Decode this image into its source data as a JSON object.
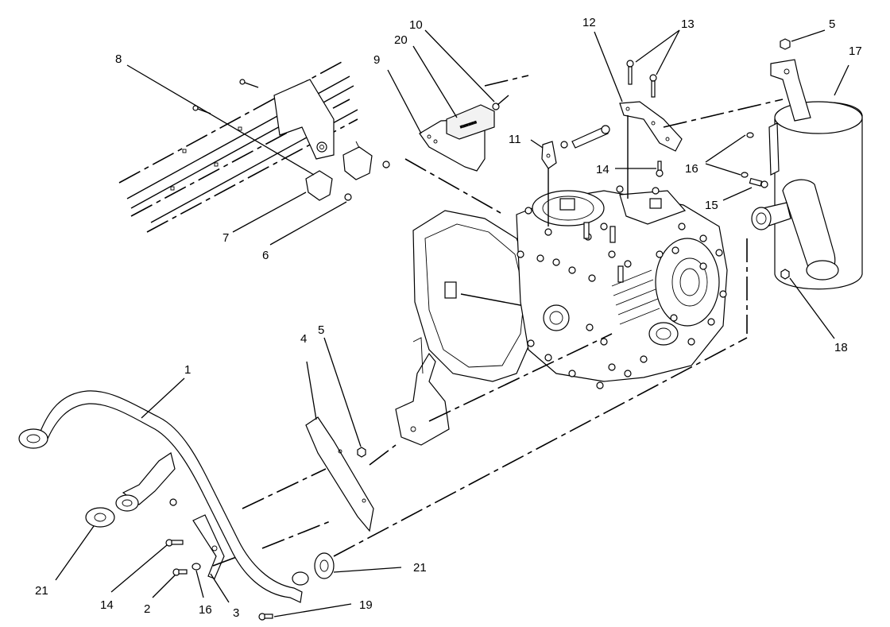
{
  "callouts": {
    "c1": "1",
    "c2": "2",
    "c3": "3",
    "c4": "4",
    "c5a": "5",
    "c5b": "5",
    "c6": "6",
    "c7": "7",
    "c8": "8",
    "c9": "9",
    "c10": "10",
    "c11": "11",
    "c12": "12",
    "c13": "13",
    "c14a": "14",
    "c14b": "14",
    "c15": "15",
    "c16a": "16",
    "c16b": "16",
    "c17": "17",
    "c18": "18",
    "c19": "19",
    "c20": "20",
    "c21a": "21",
    "c21b": "21"
  }
}
